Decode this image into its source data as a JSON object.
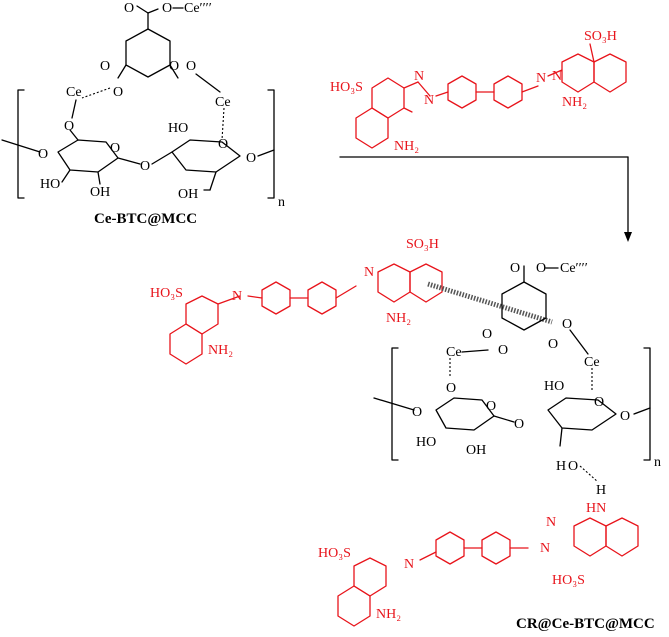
{
  "labels": {
    "reactant": "Ce-BTC@MCC",
    "product": "CR@Ce-BTC@MCC",
    "repeat": "n"
  },
  "atoms": {
    "ce_ellipsis": "Ce′′′′",
    "ce": "Ce",
    "o": "O",
    "ho": "HO",
    "oh": "OH",
    "h": "H",
    "hn": "HN",
    "so3h": "SO₃H",
    "ho3s": "HO₃S",
    "nh2": "NH₂",
    "n": "N"
  },
  "colors": {
    "adsorbent": "#000000",
    "dye": "#e8141b"
  }
}
